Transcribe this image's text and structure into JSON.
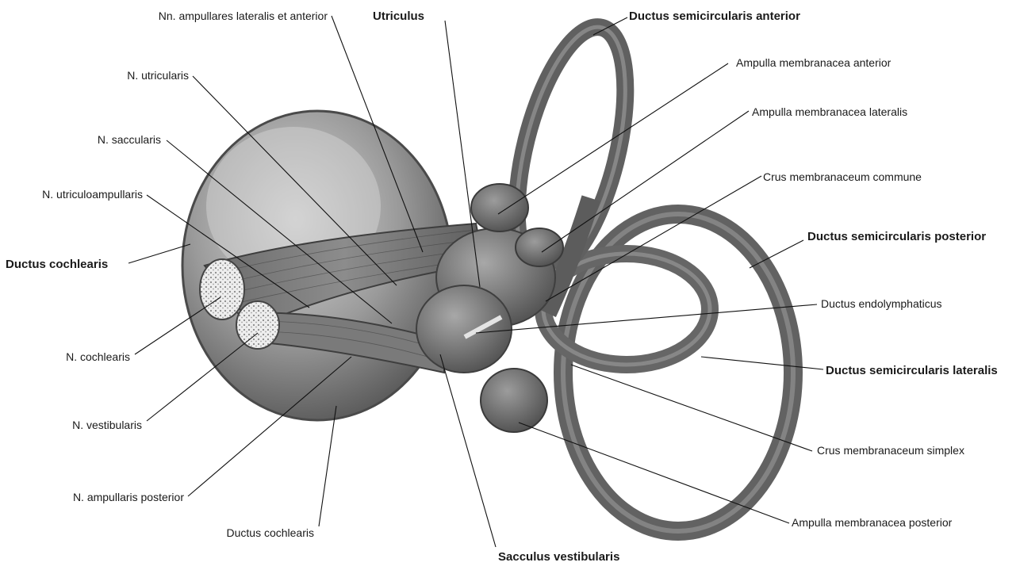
{
  "labels": {
    "nn_ampullares": "Nn. ampullares lateralis et anterior",
    "utriculus": "Utriculus",
    "ductus_semicircularis_anterior": "Ductus semicircularis anterior",
    "ampulla_anterior": "Ampulla membranacea anterior",
    "n_utricularis": "N. utricularis",
    "ampulla_lateralis": "Ampulla membranacea lateralis",
    "n_saccularis": "N. saccularis",
    "crus_commune": "Crus membranaceum commune",
    "n_utriculoampullaris": "N. utriculoampullaris",
    "ductus_semicircularis_posterior": "Ductus semicircularis posterior",
    "ductus_cochlearis_left": "Ductus cochlearis",
    "ductus_endolymphaticus": "Ductus endolymphaticus",
    "n_cochlearis": "N. cochlearis",
    "ductus_semicircularis_lateralis": "Ductus semicircularis lateralis",
    "n_vestibularis": "N. vestibularis",
    "crus_simplex": "Crus membranaceum simplex",
    "n_ampullaris_posterior": "N. ampullaris posterior",
    "ampulla_posterior": "Ampulla membranacea posterior",
    "ductus_cochlearis_bottom": "Ductus cochlearis",
    "sacculus_vestibularis": "Sacculus vestibularis"
  },
  "colors": {
    "tissue_dark": "#5a5a5a",
    "tissue_mid": "#8a8a8a",
    "tissue_light": "#c4c4c4",
    "leader_line": "#111111"
  }
}
